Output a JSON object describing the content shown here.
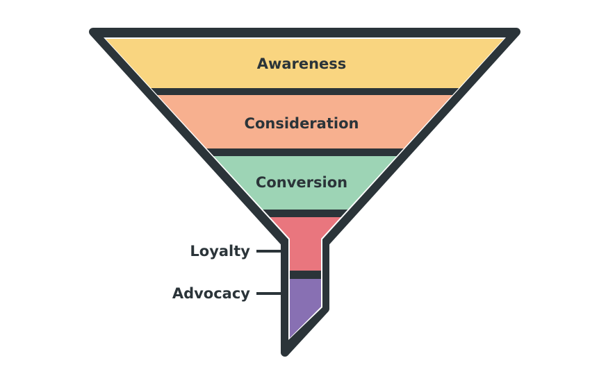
{
  "title": "Marketing Funnel",
  "stages": [
    {
      "label": "Awareness",
      "color": "#f9d580"
    },
    {
      "label": "Consideration",
      "color": "#f7b08f"
    },
    {
      "label": "Conversion",
      "color": "#9dd4b5"
    },
    {
      "label": "Loyalty",
      "color": "#e9767e"
    },
    {
      "label": "Advocacy",
      "color": "#8870b3"
    }
  ],
  "outline_color": "#2b3439"
}
